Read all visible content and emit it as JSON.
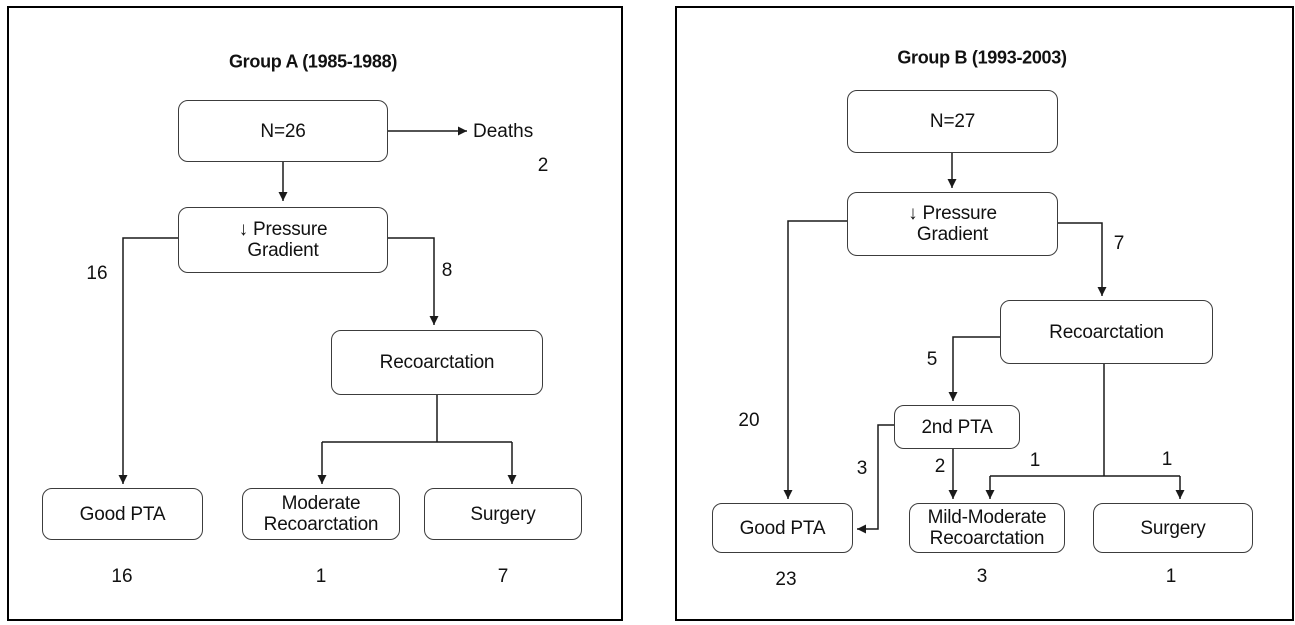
{
  "group_a": {
    "title": "Group A (1985-1988)",
    "boxes": {
      "n": "N=26",
      "pressure_line1": "↓ Pressure",
      "pressure_line2": "Gradient",
      "recoarctation": "Recoarctation",
      "good_pta": "Good PTA",
      "moderate_line1": "Moderate",
      "moderate_line2": "Recoarctation",
      "surgery": "Surgery"
    },
    "deaths": {
      "label": "Deaths",
      "count": "2"
    },
    "branch_counts": {
      "to_good_pta": "16",
      "to_recoarctation": "8"
    },
    "outcome_totals": {
      "good_pta": "16",
      "moderate_recoarctation": "1",
      "surgery": "7"
    }
  },
  "group_b": {
    "title": "Group B (1993-2003)",
    "boxes": {
      "n": "N=27",
      "pressure_line1": "↓ Pressure",
      "pressure_line2": "Gradient",
      "recoarctation": "Recoarctation",
      "second_pta": "2nd PTA",
      "good_pta": "Good PTA",
      "mild_line1": "Mild-Moderate",
      "mild_line2": "Recoarctation",
      "surgery": "Surgery"
    },
    "branch_counts": {
      "to_good_pta": "20",
      "to_recoarctation": "7",
      "to_second_pta": "5",
      "second_pta_to_good_pta": "3",
      "second_pta_to_mild_moderate": "2",
      "recoarctation_to_mild_moderate": "1",
      "recoarctation_to_surgery": "1"
    },
    "outcome_totals": {
      "good_pta": "23",
      "mild_moderate_recoarctation": "3",
      "surgery": "1"
    }
  },
  "colors": {
    "line": "#1a1a1a",
    "box_border": "#3c3c3c",
    "text": "#111111",
    "background": "#ffffff"
  }
}
